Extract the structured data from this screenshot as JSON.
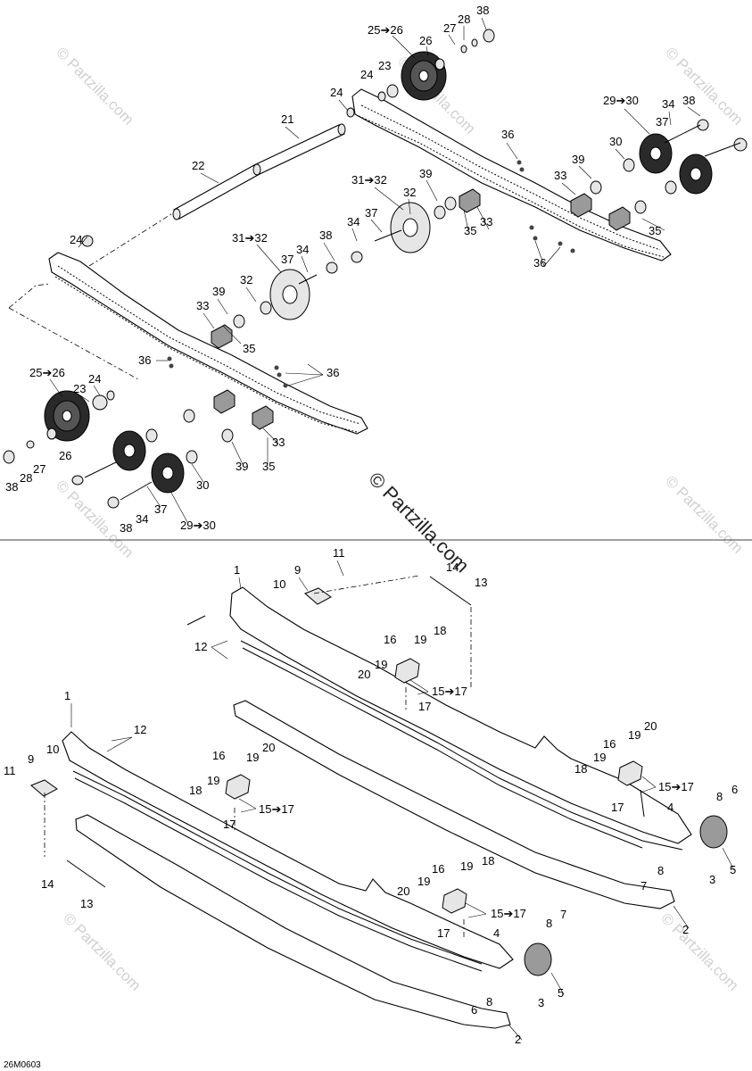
{
  "diagram_code": "26M0603",
  "watermark": "© Partzilla.com",
  "callouts": {
    "c1": "1",
    "c2": "2",
    "c3": "3",
    "c4": "4",
    "c5": "5",
    "c6": "6",
    "c7": "7",
    "c8": "8",
    "c9": "9",
    "c10": "10",
    "c11": "11",
    "c12": "12",
    "c13": "13",
    "c14": "14",
    "c15_17": "15➔17",
    "c16": "16",
    "c17": "17",
    "c18": "18",
    "c19": "19",
    "c20": "20",
    "c21": "21",
    "c22": "22",
    "c23": "23",
    "c24": "24",
    "c25_26": "25➔26",
    "c26": "26",
    "c27": "27",
    "c28": "28",
    "c29_30": "29➔30",
    "c30": "30",
    "c31_32": "31➔32",
    "c32": "32",
    "c33": "33",
    "c34": "34",
    "c35": "35",
    "c36": "36",
    "c37": "37",
    "c38": "38",
    "c39": "39"
  }
}
